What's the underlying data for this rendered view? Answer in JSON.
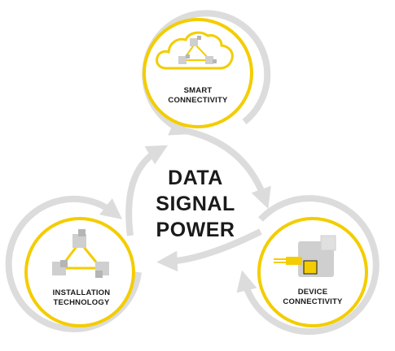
{
  "center_lines": [
    "DATA",
    "SIGNAL",
    "POWER"
  ],
  "nodes": {
    "top": {
      "line1": "SMART",
      "line2": "CONNECTIVITY"
    },
    "left": {
      "line1": "INSTALLATION",
      "line2": "TECHNOLOGY"
    },
    "right": {
      "line1": "DEVICE",
      "line2": "CONNECTIVITY"
    }
  },
  "colors": {
    "ring": "#dcdcdc",
    "accent": "#f3cd00",
    "icon_box": "#cfcfcf",
    "icon_box_dark": "#b5b5b5",
    "text": "#1a1a1a"
  }
}
